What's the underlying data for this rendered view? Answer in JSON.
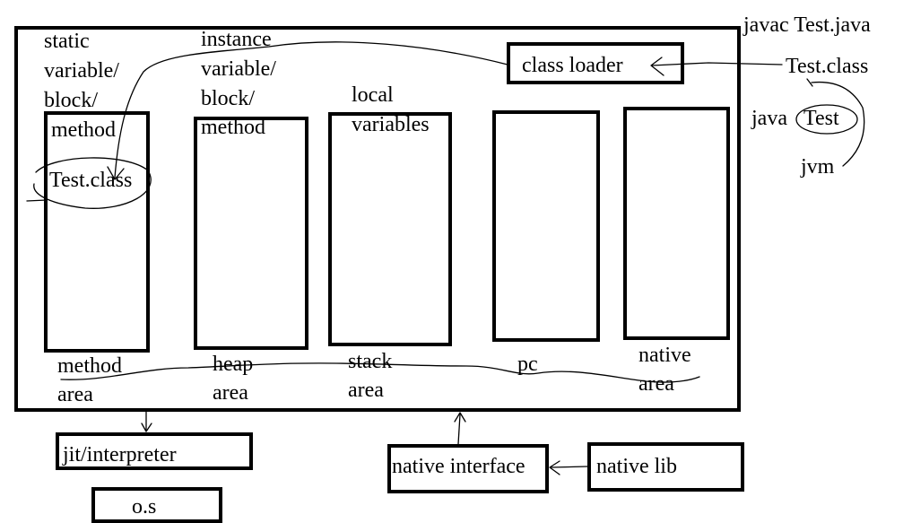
{
  "top_right": {
    "compile_cmd": "javac Test.java",
    "class_file": "Test.class",
    "run_cmd_java": "java",
    "run_cmd_test": "Test",
    "jvm": "jvm"
  },
  "class_loader": {
    "label": "class loader"
  },
  "method_area": {
    "top_label": [
      "static",
      "variable/",
      "block/"
    ],
    "inside_label": "method",
    "content": "Test.class",
    "bottom_label": [
      "method",
      "area"
    ]
  },
  "heap_area": {
    "top_label": [
      "instance",
      "variable/",
      "block/"
    ],
    "inside_label": "method",
    "bottom_label": [
      "heap",
      "area"
    ]
  },
  "stack_area": {
    "inside_label": [
      "local",
      "variables"
    ],
    "bottom_label": [
      "stack",
      "area"
    ]
  },
  "pc": {
    "bottom_label": "pc"
  },
  "native_area": {
    "bottom_label": [
      "native",
      "area"
    ]
  },
  "bottom": {
    "jit": "jit/interpreter",
    "os": "o.s",
    "native_interface": "native interface",
    "native_lib": "native lib"
  }
}
